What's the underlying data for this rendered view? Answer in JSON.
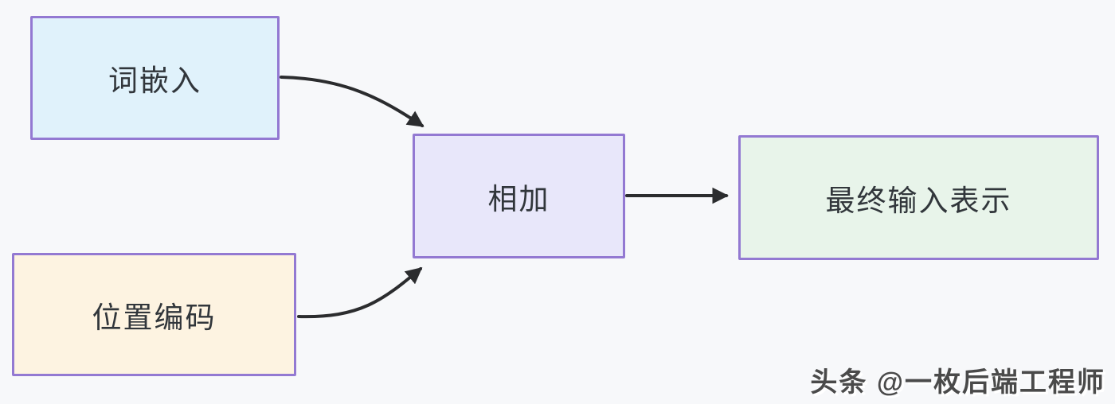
{
  "diagram": {
    "background_color": "#f7f8fa",
    "node_border_color": "#9379d2",
    "arrow_color": "#2b2c2e",
    "text_color": "#31363b",
    "nodes": {
      "word_embedding": {
        "label": "词嵌入",
        "fill": "#e0f2fb"
      },
      "position_encoding": {
        "label": "位置编码",
        "fill": "#fdf3e1"
      },
      "add": {
        "label": "相加",
        "fill": "#e8e7fa"
      },
      "final_input": {
        "label": "最终输入表示",
        "fill": "#e8f4ea"
      }
    },
    "edges": [
      {
        "from": "word_embedding",
        "to": "add",
        "style": "curved"
      },
      {
        "from": "position_encoding",
        "to": "add",
        "style": "curved"
      },
      {
        "from": "add",
        "to": "final_input",
        "style": "straight"
      }
    ]
  },
  "watermark": {
    "text": "头条 @一枚后端工程师"
  }
}
